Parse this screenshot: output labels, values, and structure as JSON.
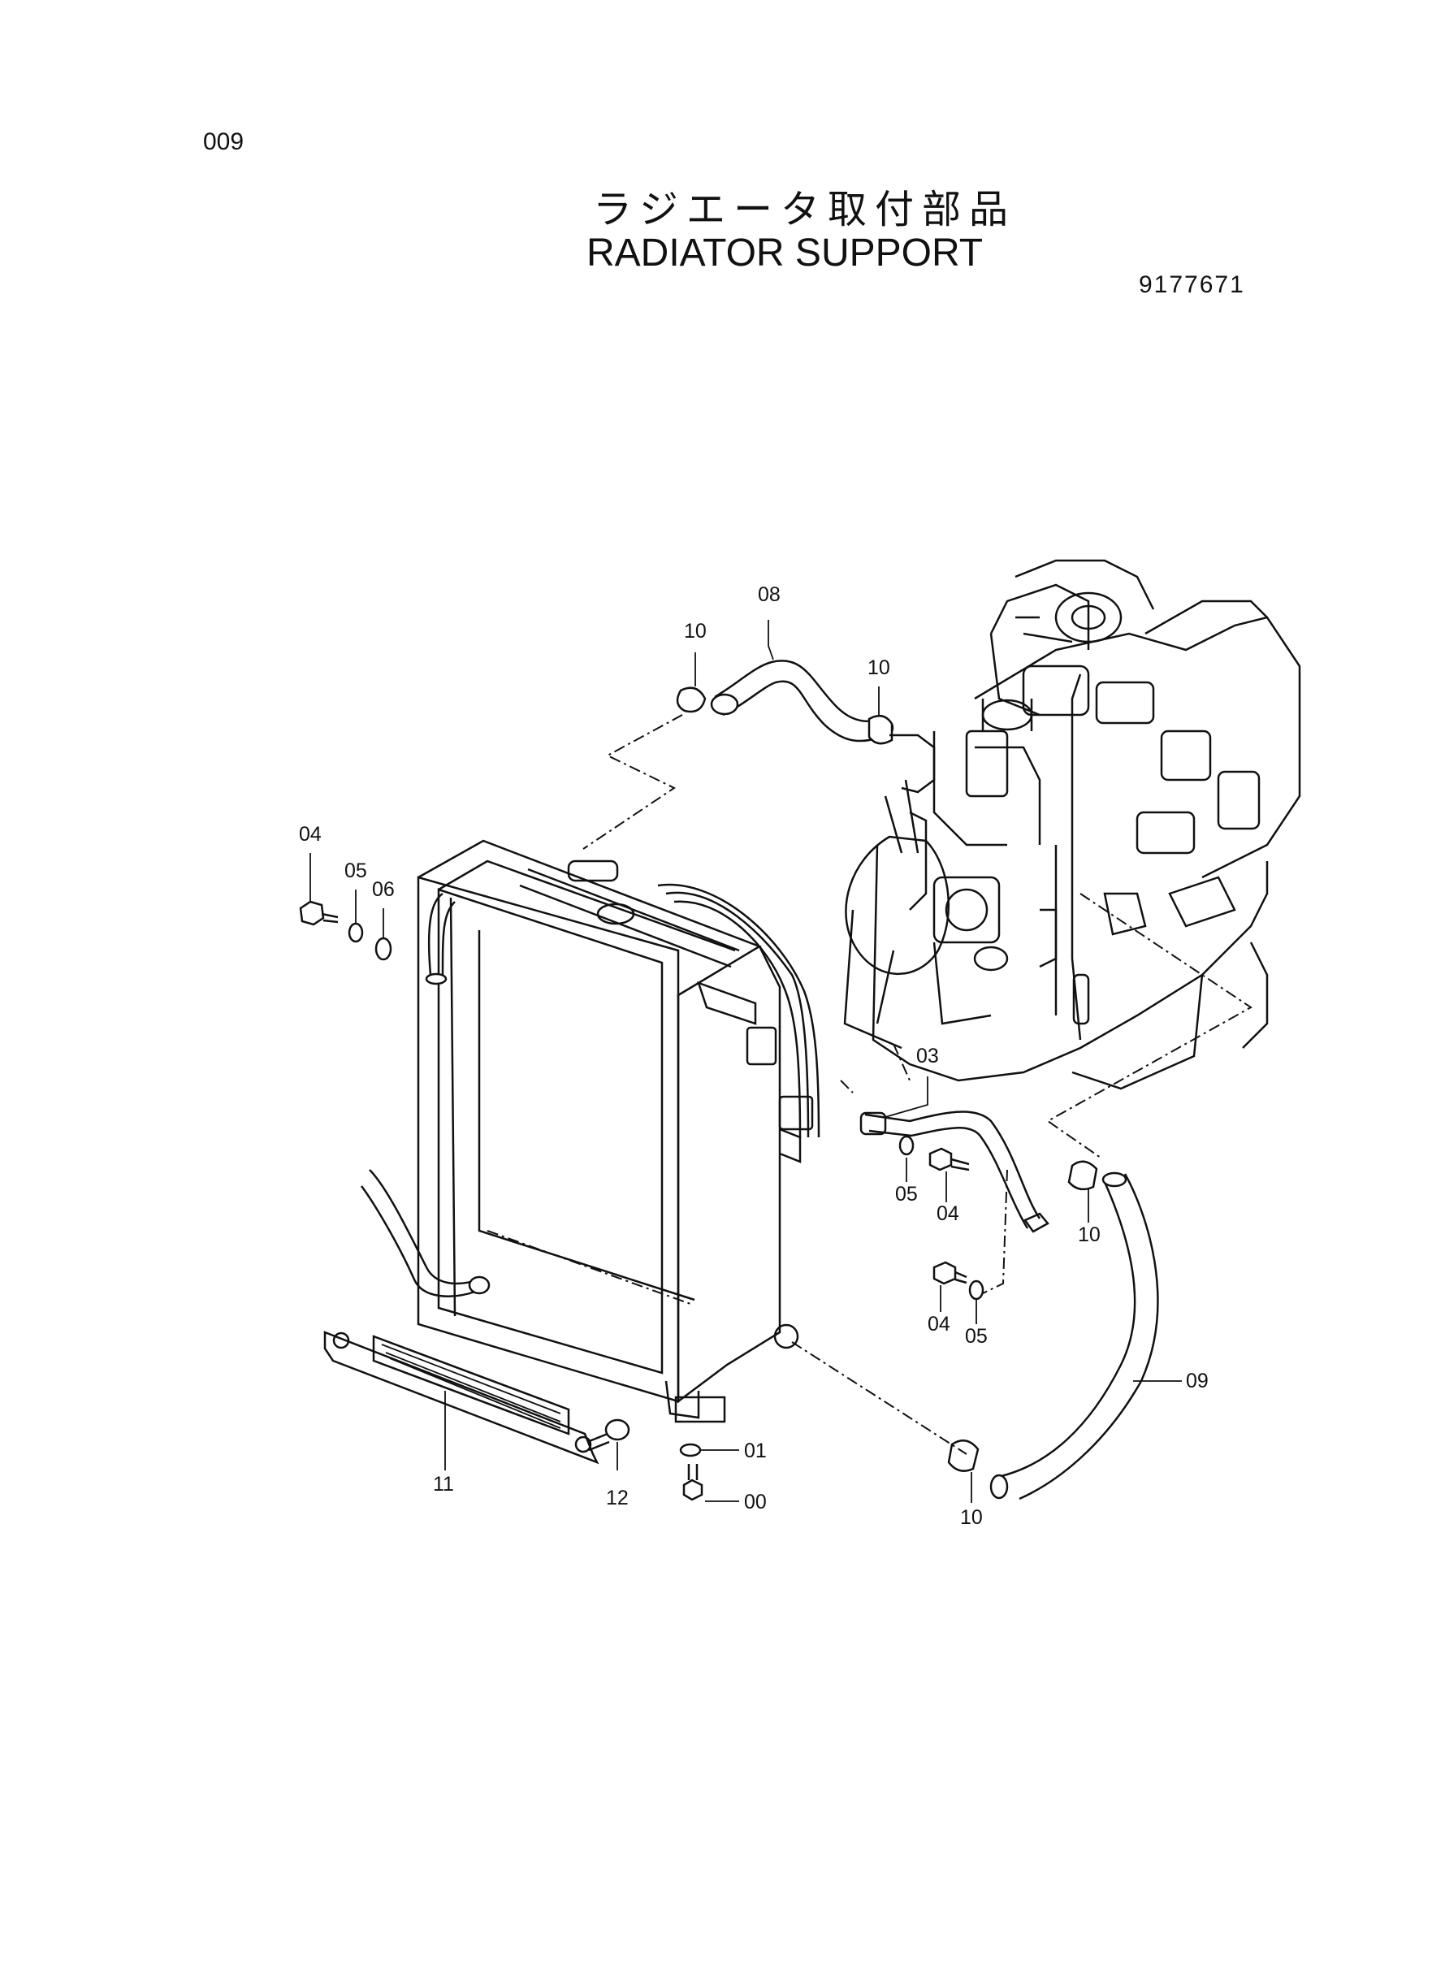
{
  "header": {
    "page_number": "009",
    "title_jp": "ラジエータ取付部品",
    "title_en": "RADIATOR SUPPORT",
    "part_number": "9177671"
  },
  "callouts": {
    "c08": "08",
    "c10_top_left": "10",
    "c10_top_right": "10",
    "c04_left": "04",
    "c05_left": "05",
    "c06_left": "06",
    "c03": "03",
    "c05_mid": "05",
    "c04_mid": "04",
    "c10_right": "10",
    "c04_low": "04",
    "c05_low": "05",
    "c09": "09",
    "c11": "11",
    "c12": "12",
    "c01": "01",
    "c00": "00",
    "c10_bottom": "10"
  }
}
